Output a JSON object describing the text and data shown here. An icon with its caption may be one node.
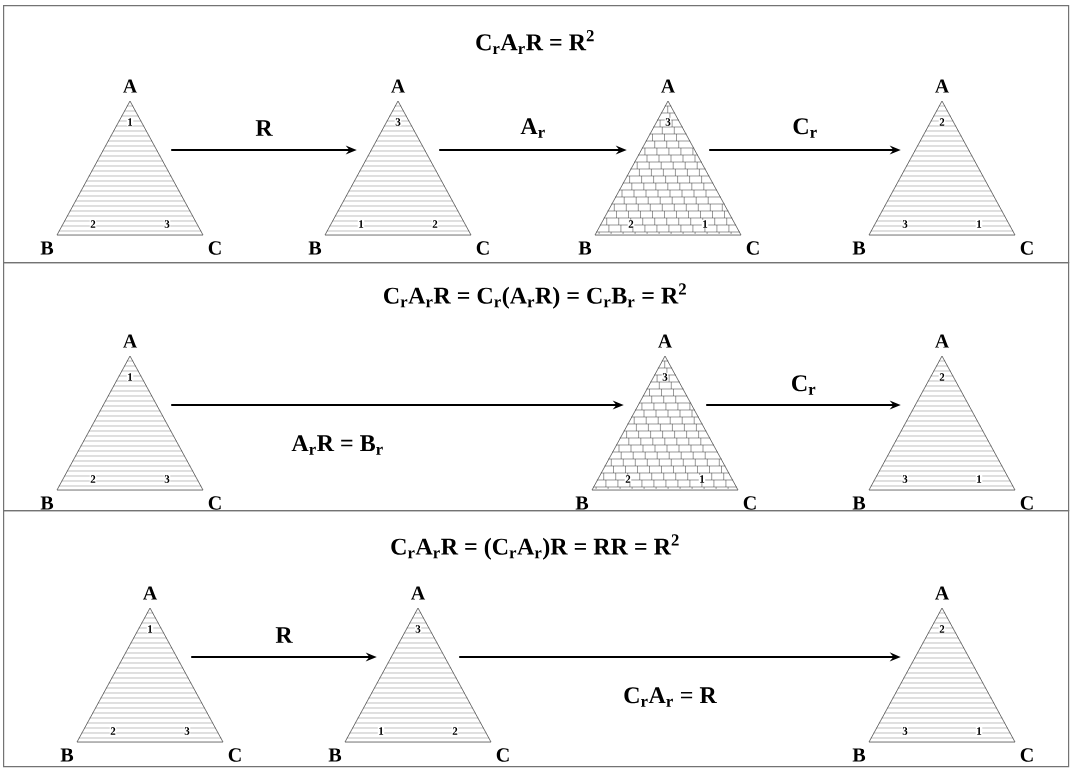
{
  "diagram": {
    "nodes": [
      {
        "text": [
          "C$_{r}$A$_{r}$R = R$^{2}$"
        ]
      },
      {
        "text": [
          "A",
          "1",
          "2",
          "3",
          "B",
          "C"
        ],
        "in": 0
      },
      {
        "text": [
          "A",
          "3",
          "1",
          "2",
          "B",
          "C"
        ],
        "in": 0
      },
      {
        "text": [
          "A",
          "3",
          "2",
          "1",
          "B",
          "C"
        ],
        "in": 0
      },
      {
        "text": [
          "A",
          "2",
          "3",
          "1",
          "B",
          "C"
        ],
        "in": 0
      },
      {
        "text": [
          "C$_{r}$A$_{r}$R = C$_{r}$(A$_{r}$R) = C$_{r}$B$_{r}$ = R$^{2}$"
        ]
      },
      {
        "text": [
          "A",
          "1",
          "2",
          "3",
          "B",
          "C"
        ],
        "in": 5
      },
      {
        "text": [
          "A",
          "3",
          "2",
          "1",
          "B",
          "C"
        ],
        "in": 5
      },
      {
        "text": [
          "A",
          "2",
          "3",
          "1",
          "B",
          "C"
        ],
        "in": 5
      },
      {
        "text": [
          "C$_{r}$A$_{r}$R = (C$_{r}$A$_{r}$)R = RR = R$^{2}$"
        ]
      },
      {
        "text": [
          "A",
          "1",
          "2",
          "3",
          "B",
          "C"
        ],
        "in": 9
      },
      {
        "text": [
          "A",
          "3",
          "1",
          "2",
          "B",
          "C"
        ],
        "in": 9
      },
      {
        "text": [
          "A",
          "2",
          "3",
          "1",
          "B",
          "C"
        ],
        "in": 9
      }
    ],
    "edges": [
      {
        "from": 1,
        "to": 2,
        "arrow": "to",
        "label": "R"
      },
      {
        "from": 2,
        "to": 3,
        "arrow": "to",
        "label": "A$_{r}$"
      },
      {
        "from": 3,
        "to": 4,
        "arrow": "to",
        "label": "C$_{r}$"
      },
      {
        "from": 6,
        "to": 7,
        "arrow": "to",
        "label": "A$_{r}$R = B$_{r}$"
      },
      {
        "from": 7,
        "to": 8,
        "arrow": "to",
        "label": "C$_{r}$"
      },
      {
        "from": 10,
        "to": 11,
        "arrow": "to",
        "label": "R"
      },
      {
        "from": 11,
        "to": 12,
        "arrow": "to",
        "label": "C$_{r}$A$_{r}$ = R"
      }
    ]
  }
}
